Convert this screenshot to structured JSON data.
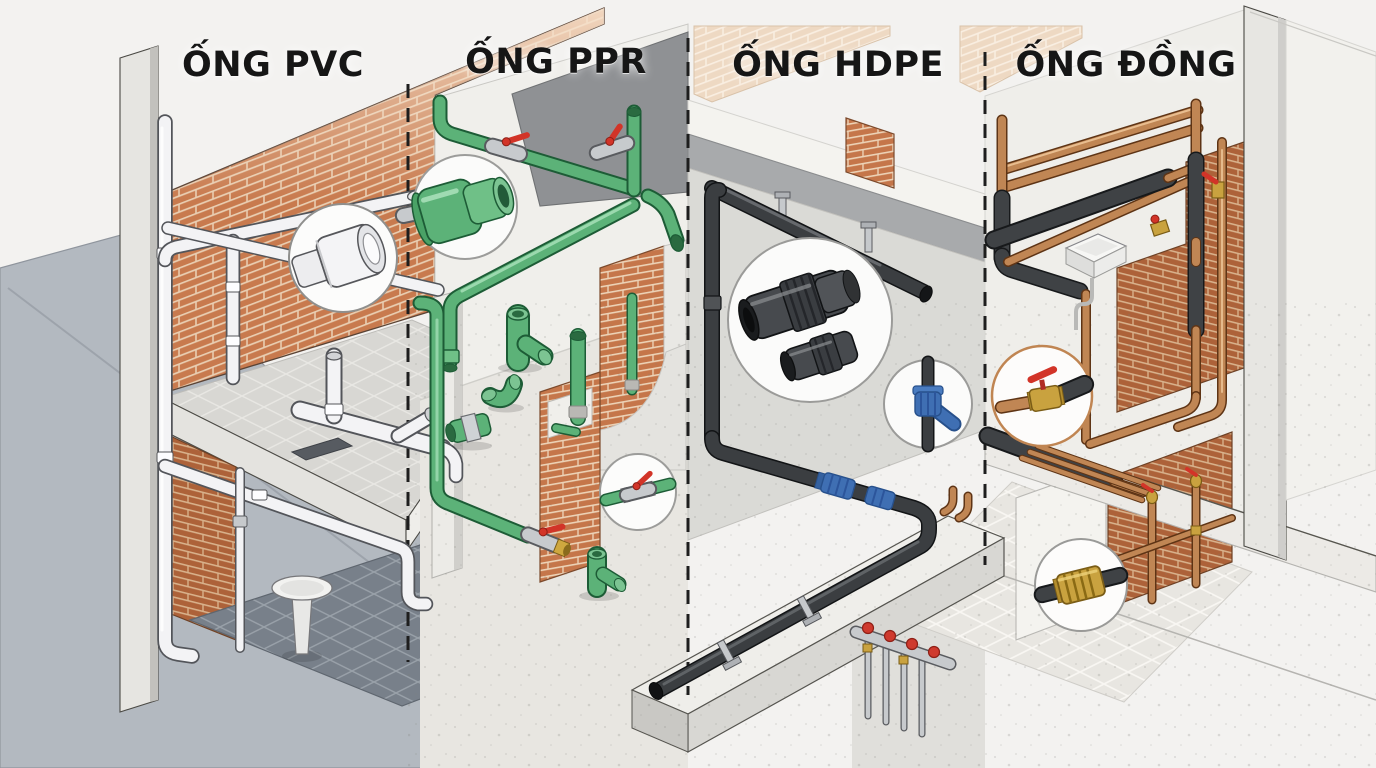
{
  "sections": [
    {
      "id": "pvc",
      "label": "ỐNG PVC",
      "pipe_color": "#f4f4f6"
    },
    {
      "id": "ppr",
      "label": "ỐNG PPR",
      "pipe_color": "#5cb278"
    },
    {
      "id": "hdpe",
      "label": "ỐNG HDPE",
      "pipe_color": "#3b3e41"
    },
    {
      "id": "dong",
      "label": "ỐNG ĐỒNG",
      "pipe_color": "#c08654"
    }
  ],
  "colors": {
    "background": "#f3f2f0",
    "brick": "#c87a4e",
    "interior_brick": "#ad6239",
    "concrete": "#e8e7e3",
    "ground": "#b3b9c0",
    "valve_red": "#d23428",
    "compression_blue": "#3f6fb3",
    "brass": "#c9a23f",
    "label_text": "#161616"
  }
}
